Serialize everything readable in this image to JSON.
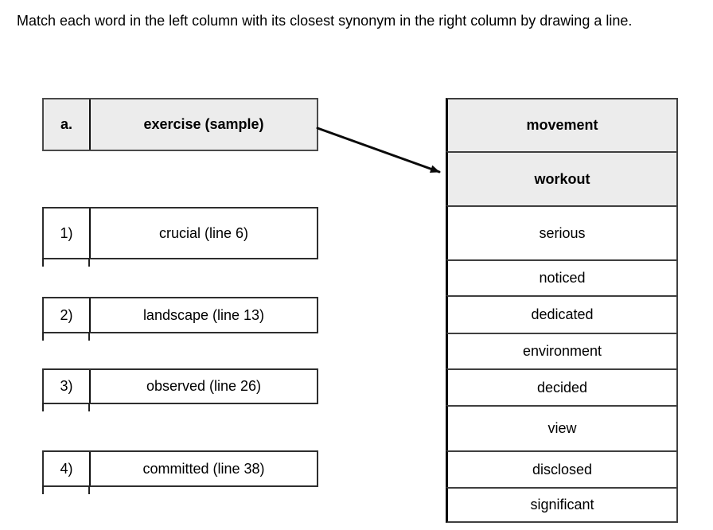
{
  "instruction": {
    "text": "Match each word in the left column with its closest synonym in the right column by drawing a line."
  },
  "left_column": {
    "sample": {
      "label": "a.",
      "word": "exercise (sample)"
    },
    "items": [
      {
        "label": "1)",
        "word": "crucial (line 6)"
      },
      {
        "label": "2)",
        "word": "landscape (line 13)"
      },
      {
        "label": "3)",
        "word": "observed (line 26)"
      },
      {
        "label": "4)",
        "word": "committed (line 38)"
      }
    ]
  },
  "right_column": {
    "items": [
      {
        "word": "movement",
        "highlighted": true
      },
      {
        "word": "workout",
        "highlighted": true
      },
      {
        "word": "serious",
        "highlighted": false
      },
      {
        "word": "noticed",
        "highlighted": false
      },
      {
        "word": "dedicated",
        "highlighted": false
      },
      {
        "word": "environment",
        "highlighted": false
      },
      {
        "word": "decided",
        "highlighted": false
      },
      {
        "word": "view",
        "highlighted": false
      },
      {
        "word": "disclosed",
        "highlighted": false
      },
      {
        "word": "significant",
        "highlighted": false
      }
    ]
  },
  "sample_match": {
    "from": "exercise (sample)",
    "to": "workout"
  },
  "colors": {
    "highlight_fill": "#ececec",
    "border_dark": "#2e2e2e",
    "border_grey": "#4a4a4a",
    "column_edge": "#0a0a0a",
    "arrow": "#0a0a0a",
    "text": "#000000",
    "background": "#ffffff"
  }
}
